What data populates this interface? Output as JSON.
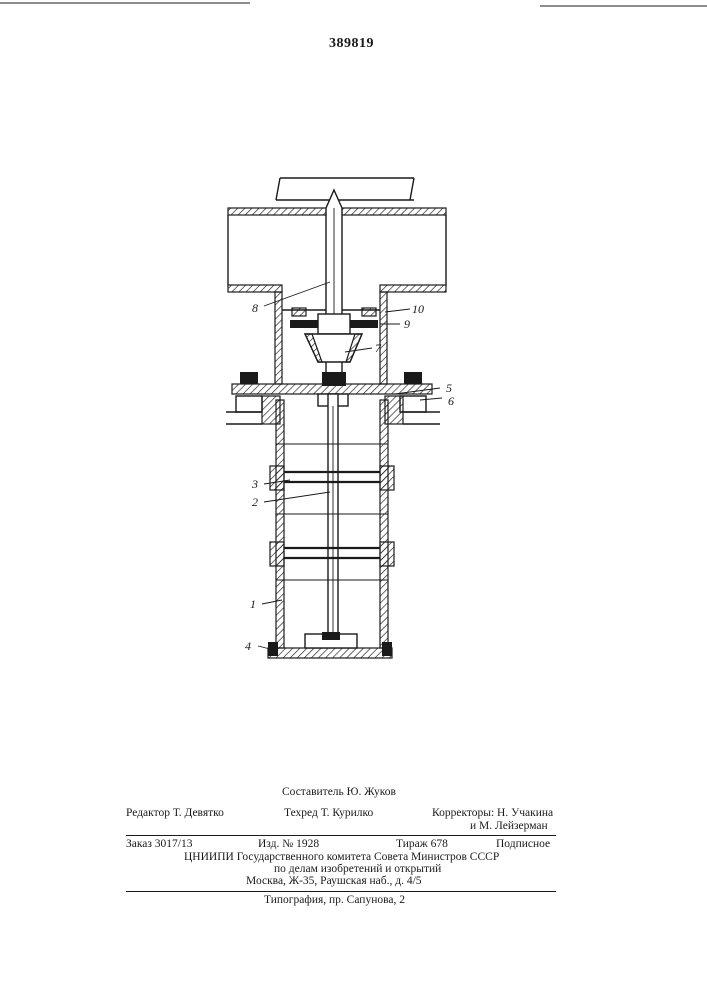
{
  "header": {
    "patent_number": "389819"
  },
  "drawing": {
    "labels": [
      "8",
      "10",
      "9",
      "7",
      "5",
      "6",
      "3",
      "2",
      "1",
      "4"
    ]
  },
  "footer": {
    "compiler": "Составитель Ю. Жуков",
    "editor": "Редактор Т. Девятко",
    "techeditor": "Техред Т. Курилко",
    "correctors_1": "Корректоры: Н. Учакина",
    "correctors_2": "и М. Лейзерман",
    "order": "Заказ 3017/13",
    "edition": "Изд. № 1928",
    "circulation": "Тираж 678",
    "subscription": "Подписное",
    "org_1": "ЦНИИПИ Государственного комитета Совета Министров СССР",
    "org_2": "по делам изобретений и открытий",
    "org_3": "Москва, Ж-35, Раушская наб., д. 4/5",
    "printer": "Типография, пр. Сапунова, 2"
  }
}
